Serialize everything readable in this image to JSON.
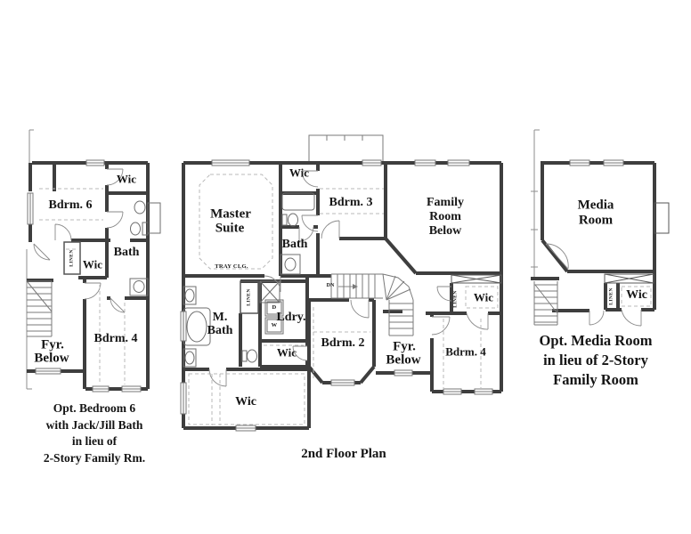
{
  "colors": {
    "wall": "#3e3e3e",
    "thin": "#7a7a7a",
    "door": "#8a8a8a",
    "dashed": "#b8b8b8",
    "text": "#161616",
    "background": "#ffffff"
  },
  "left_plan": {
    "labels": {
      "bdrm6": "Bdrm. 6",
      "wic_top": "Wic",
      "bath": "Bath",
      "wic_mid": "Wic",
      "linen": "LINEN",
      "fyr_line1": "Fyr.",
      "fyr_line2": "Below",
      "bdrm4": "Bdrm. 4"
    },
    "caption_lines": [
      "Opt. Bedroom 6",
      "with Jack/Jill Bath",
      "in lieu of",
      "2-Story Family Rm."
    ]
  },
  "center_plan": {
    "labels": {
      "master_line1": "Master",
      "master_line2": "Suite",
      "tray_clg": "TRAY CLG.",
      "wic_top": "Wic",
      "bath": "Bath",
      "bdrm3": "Bdrm. 3",
      "family_line1": "Family",
      "family_line2": "Room",
      "family_line3": "Below",
      "mbath_line1": "M.",
      "mbath_line2": "Bath",
      "linen_a": "LINEN",
      "ldry": "Ldry.",
      "dryer": "D",
      "washer": "W",
      "dn": "DN",
      "wic_small": "Wic",
      "wic_large": "Wic",
      "bdrm2": "Bdrm. 2",
      "fyr_line1": "Fyr.",
      "fyr_line2": "Below",
      "bdrm4": "Bdrm. 4",
      "wic_right": "Wic",
      "linen_b": "LINEN"
    },
    "caption": "2nd Floor Plan"
  },
  "right_plan": {
    "labels": {
      "media_line1": "Media",
      "media_line2": "Room",
      "wic": "Wic",
      "linen": "LINEN"
    },
    "caption_lines": [
      "Opt. Media Room",
      "in lieu of 2-Story",
      "Family Room"
    ]
  }
}
